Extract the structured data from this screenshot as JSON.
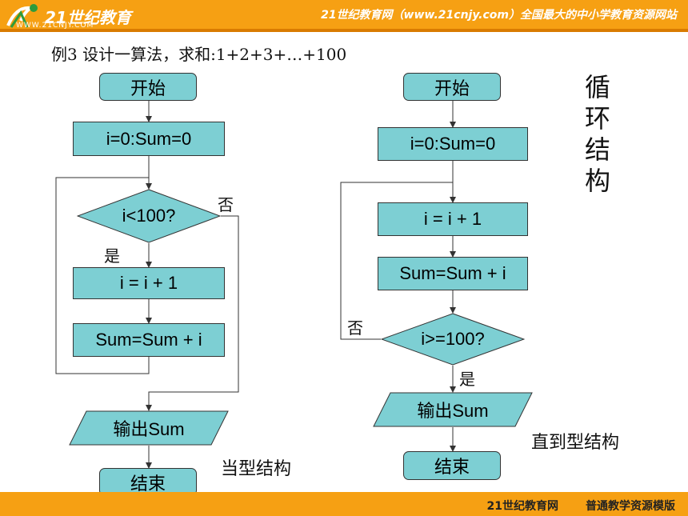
{
  "header": {
    "logo_text": "21世纪教育",
    "logo_url": "WWW.21CNJY.COM",
    "right_text": "21世纪教育网（www.21cnjy.com）全国最大的中小学教育资源网站"
  },
  "footer": {
    "left": "21世纪教育网",
    "right": "普通教学资源模版"
  },
  "title": "例3   设计一算法，求和:1+2+3+…+100",
  "left_flow": {
    "start": "开始",
    "init": "i=0:Sum=0",
    "condition": "i<100?",
    "yes": "是",
    "no": "否",
    "step1": "i = i + 1",
    "step2": "Sum=Sum + i",
    "output": "输出Sum",
    "end": "结束",
    "caption": "当型结构"
  },
  "right_flow": {
    "start": "开始",
    "init": "i=0:Sum=0",
    "step1": "i = i + 1",
    "step2": "Sum=Sum + i",
    "condition": "i>=100?",
    "no": "否",
    "yes": "是",
    "output": "输出Sum",
    "end": "结束",
    "caption": "直到型结构"
  },
  "side_label": "循环结构",
  "colors": {
    "header_bar": "#f6a013",
    "node_fill": "#7dcfd3"
  }
}
